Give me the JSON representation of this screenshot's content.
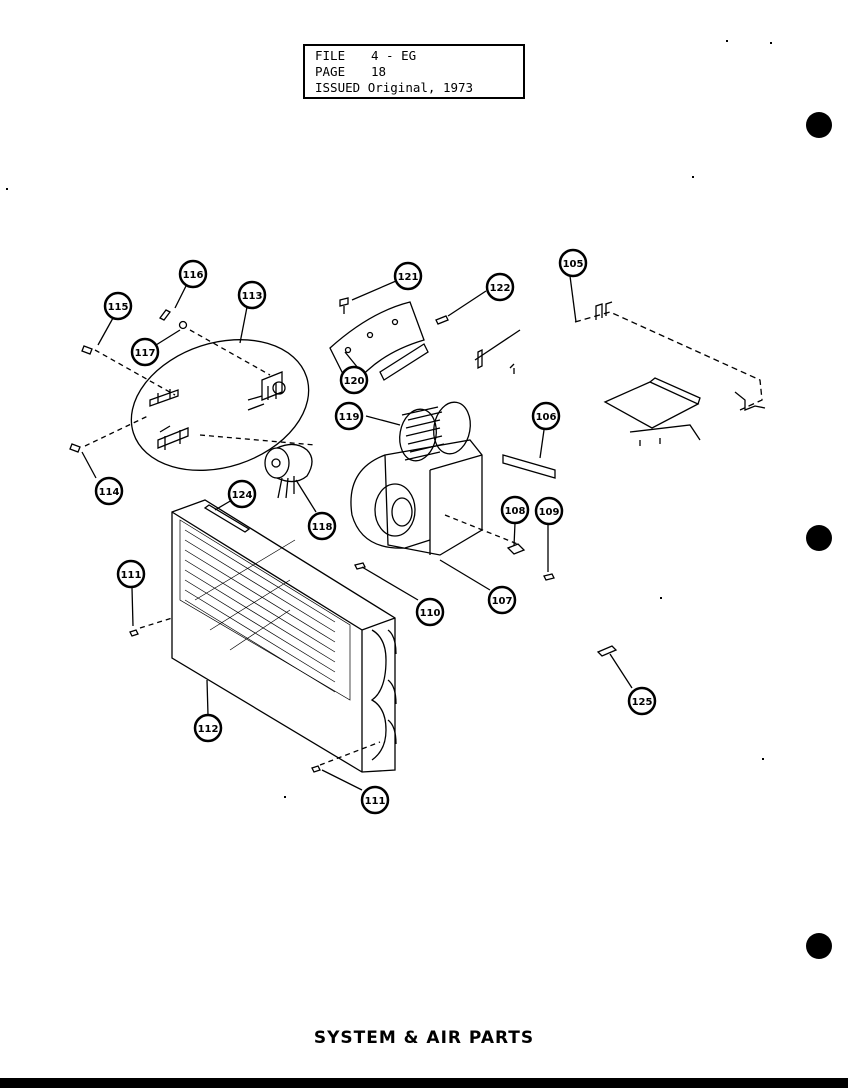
{
  "header": {
    "file_key": "FILE",
    "file_value": "4 - EG",
    "page_key": "PAGE",
    "page_value": "18",
    "issued_key": "ISSUED",
    "issued_value": "Original, 1973"
  },
  "title": "SYSTEM & AIR PARTS",
  "callouts": [
    {
      "id": "c115",
      "label": "115"
    },
    {
      "id": "c116",
      "label": "116"
    },
    {
      "id": "c117",
      "label": "117"
    },
    {
      "id": "c113",
      "label": "113"
    },
    {
      "id": "c121",
      "label": "121"
    },
    {
      "id": "c122",
      "label": "122"
    },
    {
      "id": "c105",
      "label": "105"
    },
    {
      "id": "c120",
      "label": "120"
    },
    {
      "id": "c119",
      "label": "119"
    },
    {
      "id": "c106",
      "label": "106"
    },
    {
      "id": "c114",
      "label": "114"
    },
    {
      "id": "c124",
      "label": "124"
    },
    {
      "id": "c118",
      "label": "118"
    },
    {
      "id": "c108",
      "label": "108"
    },
    {
      "id": "c109",
      "label": "109"
    },
    {
      "id": "c111a",
      "label": "111"
    },
    {
      "id": "c110",
      "label": "110"
    },
    {
      "id": "c107",
      "label": "107"
    },
    {
      "id": "c112",
      "label": "112"
    },
    {
      "id": "c125",
      "label": "125"
    },
    {
      "id": "c111b",
      "label": "111"
    }
  ],
  "colors": {
    "ink": "#000000",
    "paper": "#ffffff"
  }
}
